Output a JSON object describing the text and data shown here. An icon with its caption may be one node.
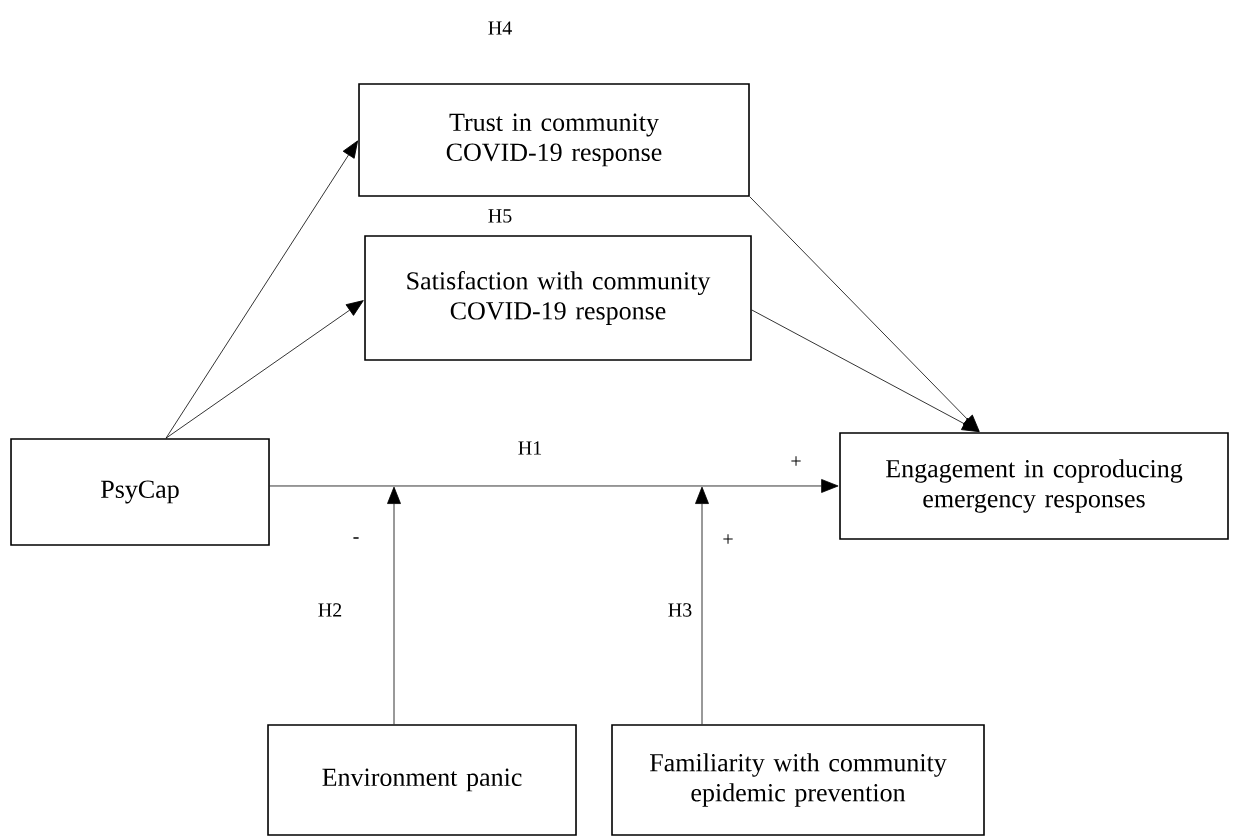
{
  "diagram": {
    "nodes": [
      {
        "text": [
          "PsyCap"
        ]
      },
      {
        "text": [
          "Trust in community COVID-19 response"
        ]
      },
      {
        "text": [
          "Satisfaction with community COVID-19 response"
        ]
      },
      {
        "text": [
          "Engagement in coproducing emergency responses"
        ]
      },
      {
        "text": [
          "Environment panic"
        ]
      },
      {
        "text": [
          "Familiarity with community epidemic prevention"
        ]
      }
    ],
    "edges": [
      {
        "from": 0,
        "to": 3,
        "arrow": "to",
        "label": "H1"
      },
      {
        "from": 0,
        "to": 1,
        "arrow": "to"
      },
      {
        "from": 0,
        "to": 2,
        "arrow": "to"
      },
      {
        "from": 1,
        "to": 3,
        "arrow": "to"
      },
      {
        "from": 2,
        "to": 3,
        "arrow": "to"
      },
      {
        "from": 4,
        "to": null,
        "arrow": "to",
        "label": "H2"
      },
      {
        "from": 5,
        "to": null,
        "arrow": "to",
        "label": "H3"
      }
    ],
    "labels": [
      "H4",
      "H5",
      "+",
      "-",
      "+"
    ]
  }
}
